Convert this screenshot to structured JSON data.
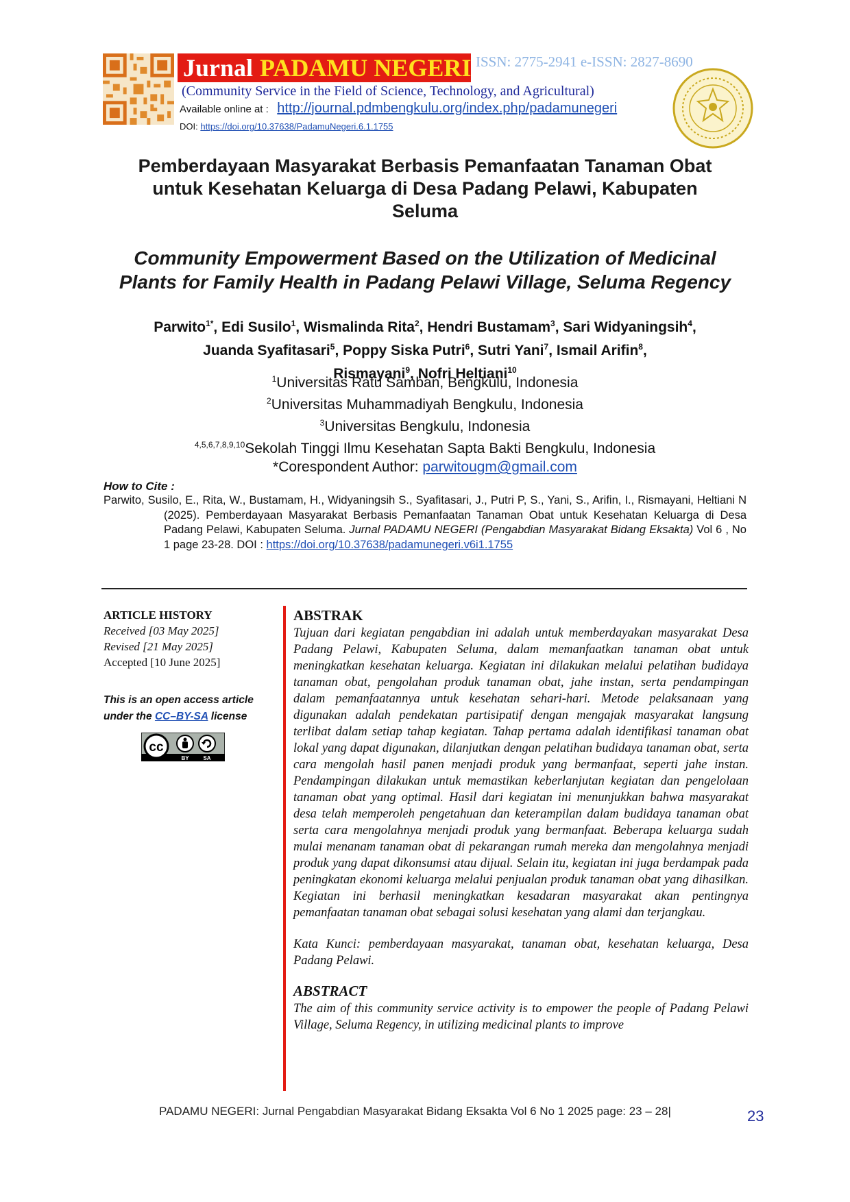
{
  "header": {
    "journal_word": "Jurnal",
    "journal_name": "PADAMU NEGERI",
    "issn": "ISSN: 2775-2941 e-ISSN: 2827-8690",
    "subtitle": "(Community Service in the Field of Science, Technology, and Agricultural)",
    "available_label": "Available online at :",
    "url": "http://journal.pdmbengkulu.org/index.php/padamunegeri",
    "doi_label": "DOI:",
    "doi_url": "https://doi.org/10.37638/PadamuNegeri.6.1.1755"
  },
  "titles": {
    "id_line1": "Pemberdayaan Masyarakat Berbasis Pemanfaatan Tanaman Obat",
    "id_line2": "untuk Kesehatan Keluarga di Desa Padang Pelawi, Kabupaten",
    "id_line3": "Seluma",
    "en_line1": "Community Empowerment Based on the Utilization of Medicinal",
    "en_line2": "Plants for Family Health in Padang Pelawi Village, Seluma Regency"
  },
  "authors": [
    {
      "name": "Parwito",
      "sup": "1*",
      "sep": ", "
    },
    {
      "name": "Edi Susilo",
      "sup": "1",
      "sep": ", "
    },
    {
      "name": "Wismalinda Rita",
      "sup": "2",
      "sep": ", "
    },
    {
      "name": "Hendri Bustamam",
      "sup": "3",
      "sep": ", "
    },
    {
      "name": "Sari Widyaningsih",
      "sup": "4",
      "sep": ","
    },
    {
      "name": "Juanda Syafitasari",
      "sup": "5",
      "sep": ", "
    },
    {
      "name": "Poppy Siska Putri",
      "sup": "6",
      "sep": ", "
    },
    {
      "name": "Sutri Yani",
      "sup": "7",
      "sep": ", "
    },
    {
      "name": "Ismail Arifin",
      "sup": "8",
      "sep": ","
    },
    {
      "name": "Rismayani",
      "sup": "9",
      "sep": ", "
    },
    {
      "name": "Nofri Heltiani",
      "sup": "10",
      "sep": ""
    }
  ],
  "affiliations": [
    {
      "sup": "1",
      "text": "Universitas Ratu Samban, Bengkulu, Indonesia"
    },
    {
      "sup": "2",
      "text": "Universitas Muhammadiyah Bengkulu, Indonesia"
    },
    {
      "sup": "3",
      "text": "Universitas Bengkulu, Indonesia"
    },
    {
      "sup": "4,5,6,7,8,9,10",
      "text": "Sekolah Tinggi Ilmu Kesehatan Sapta Bakti Bengkulu, Indonesia"
    }
  ],
  "corresponding": {
    "label": "*Corespondent Author:",
    "email": "parwitougm@gmail.com"
  },
  "cite": {
    "heading": "How to Cite :",
    "text": "Parwito, Susilo, E., Rita, W., Bustamam, H., Widyaningsih S., Syafitasari, J., Putri P, S., Yani, S., Arifin, I., Rismayani, Heltiani N (2025). Pemberdayaan Masyarakat Berbasis Pemanfaatan Tanaman Obat untuk Kesehatan Keluarga di Desa Padang Pelawi, Kabupaten Seluma.",
    "journal": "Jurnal PADAMU NEGERI (Pengabdian Masyarakat Bidang Eksakta)",
    "volume": "Vol 6 , No 1 page 23-28. DOI :",
    "doi": "https://doi.org/10.37638/padamunegeri.v6i1.1755"
  },
  "history": {
    "heading": "ARTICLE HISTORY",
    "received": "Received [03 May 2025]",
    "revised": "Revised [21 May 2025]",
    "accepted": "Accepted [10 June 2025]"
  },
  "license": {
    "line1": "This is an open access article",
    "line2_pre": "under the",
    "link": "CC–BY-SA",
    "line2_post": "license",
    "badge_cc": "cc",
    "badge_by": "BY",
    "badge_sa": "SA"
  },
  "abstrak": {
    "heading": "ABSTRAK",
    "body": "Tujuan dari kegiatan pengabdian ini adalah untuk memberdayakan masyarakat Desa Padang Pelawi, Kabupaten Seluma, dalam memanfaatkan tanaman obat untuk meningkatkan kesehatan keluarga. Kegiatan ini dilakukan melalui pelatihan budidaya tanaman obat, pengolahan produk tanaman obat, jahe instan, serta pendampingan dalam pemanfaatannya untuk kesehatan sehari-hari. Metode pelaksanaan yang digunakan adalah pendekatan partisipatif dengan mengajak masyarakat langsung terlibat dalam setiap tahap kegiatan. Tahap pertama adalah identifikasi tanaman obat lokal yang dapat digunakan, dilanjutkan dengan pelatihan budidaya tanaman obat, serta cara mengolah hasil panen menjadi produk yang bermanfaat, seperti jahe instan. Pendampingan dilakukan untuk memastikan keberlanjutan kegiatan dan pengelolaan tanaman obat yang optimal. Hasil dari kegiatan ini menunjukkan bahwa masyarakat desa telah memperoleh pengetahuan dan keterampilan dalam budidaya tanaman obat serta cara mengolahnya menjadi produk yang bermanfaat. Beberapa keluarga sudah mulai menanam tanaman obat di pekarangan rumah mereka dan mengolahnya menjadi produk yang dapat dikonsumsi atau dijual. Selain itu, kegiatan ini juga berdampak pada peningkatan ekonomi keluarga melalui penjualan produk tanaman obat yang dihasilkan. Kegiatan ini berhasil meningkatkan kesadaran masyarakat akan pentingnya pemanfaatan tanaman obat sebagai solusi kesehatan yang alami dan terjangkau.",
    "keywords": "Kata Kunci: pemberdayaan masyarakat, tanaman obat, kesehatan keluarga, Desa Padang Pelawi."
  },
  "abstract": {
    "heading": "ABSTRACT",
    "body": "The aim of this community service activity is to empower the people of Padang Pelawi Village, Seluma Regency, in utilizing medicinal plants to improve"
  },
  "footer": {
    "text": "PADAMU NEGERI: Jurnal Pengabdian Masyarakat Bidang Eksakta Vol 6 No 1 2025 page: 23 – 28|",
    "page": "23"
  }
}
